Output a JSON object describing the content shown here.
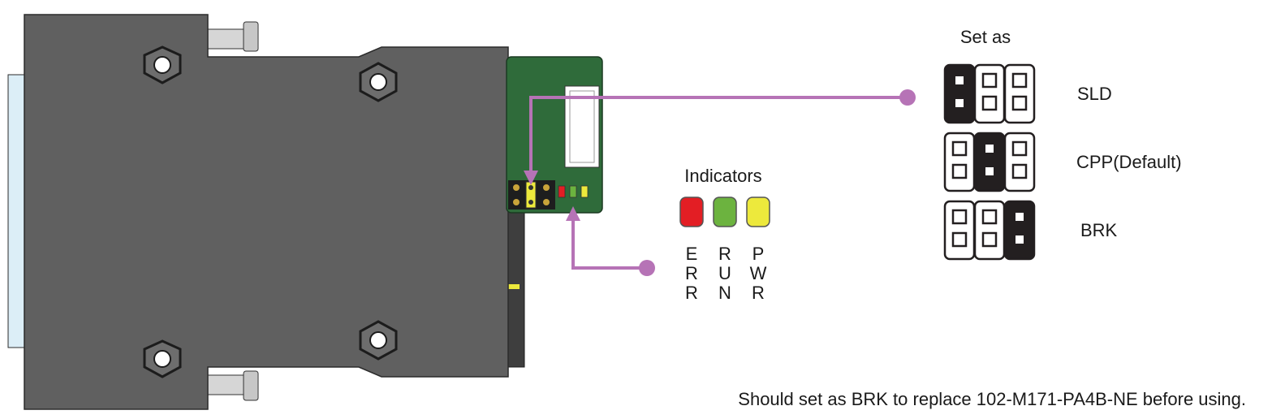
{
  "set_as_heading": "Set as",
  "jumper_options": [
    {
      "label": "SLD",
      "bridged_pair": 1
    },
    {
      "label": "CPP(Default)",
      "bridged_pair": 2
    },
    {
      "label": "BRK",
      "bridged_pair": 3
    }
  ],
  "indicators": {
    "heading": "Indicators",
    "leds": [
      {
        "color": "#e31e24",
        "letters": [
          "E",
          "R",
          "R"
        ]
      },
      {
        "color": "#6cb33f",
        "letters": [
          "R",
          "U",
          "N"
        ]
      },
      {
        "color": "#ede93c",
        "letters": [
          "P",
          "W",
          "R"
        ]
      }
    ]
  },
  "note": "Should set as BRK to replace 102-M171-PA4B-NE before using.",
  "colors": {
    "housing": "#606060",
    "pcb": "#2f6b3a",
    "leader": "#b673b6",
    "bridge": "#231f20"
  }
}
